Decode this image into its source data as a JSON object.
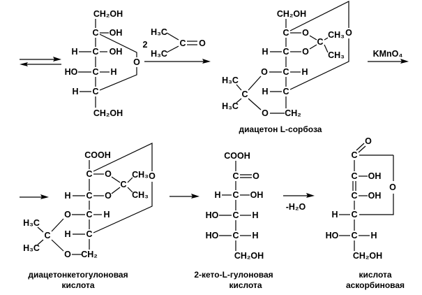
{
  "sorbose": [
    "CH₂OH",
    "C",
    "OH",
    "H",
    "C",
    "OH",
    "HO",
    "C",
    "H",
    "H",
    "C",
    "CH₂OH",
    "O"
  ],
  "acetone": [
    "2",
    "H₃C",
    "H₃C",
    "C",
    "O"
  ],
  "diacetone_sorbose": [
    "CH₂OH",
    "C",
    "O",
    "C",
    "CH₃",
    "CH₃",
    "O",
    "H",
    "C",
    "O",
    "O",
    "C",
    "H",
    "H",
    "C",
    "O",
    "CH₂",
    "H₃C",
    "C",
    "H₃C"
  ],
  "diacetone_ketogulonic": [
    "COOH",
    "C",
    "O",
    "C",
    "CH₃",
    "CH₃",
    "O",
    "H",
    "C",
    "O",
    "O",
    "C",
    "H",
    "H",
    "C",
    "O",
    "CH₂",
    "H₃C",
    "C",
    "H₃C"
  ],
  "ketogulonic": [
    "COOH",
    "C",
    "O",
    "H",
    "C",
    "OH",
    "HO",
    "C",
    "H",
    "HO",
    "C",
    "H",
    "CH₂OH"
  ],
  "ascorbic": [
    "O",
    "C",
    "C",
    "OH",
    "C",
    "OH",
    "O",
    "H",
    "C",
    "HO",
    "C",
    "H",
    "CH₂OH"
  ],
  "reagents": {
    "kmno4": "KMnO₄",
    "minus_h2o": "-H₂O"
  },
  "captions": {
    "diacetone_sorbose": "диацетон L-сорбоза",
    "diacetone_ketogulonic_1": "диацетонкетогулоновая",
    "diacetone_ketogulonic_2": "кислота",
    "ketogulonic_1": "2-кето-L-гулоновая",
    "ketogulonic_2": "кислота",
    "ascorbic_1": "кислота",
    "ascorbic_2": "аскорбиновая"
  }
}
